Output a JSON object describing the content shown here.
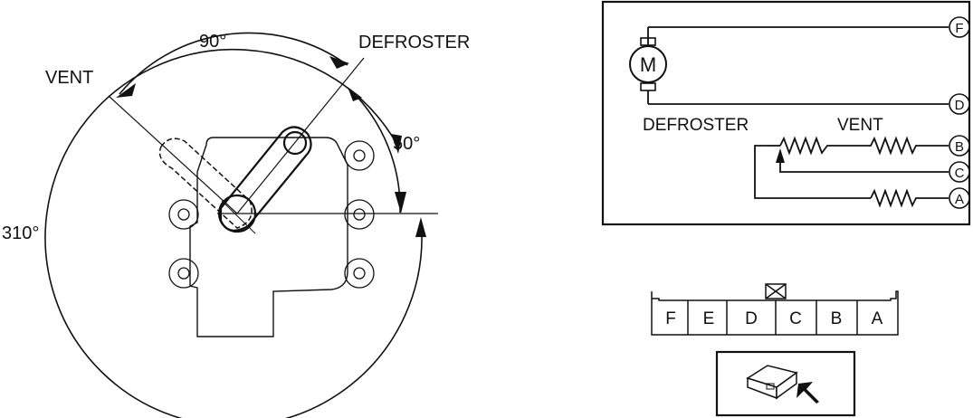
{
  "actuator": {
    "angle_total": "310°",
    "angle_between": "90°",
    "angle_offset": "50°",
    "vent_label": "VENT",
    "defroster_label": "DEFROSTER"
  },
  "schematic": {
    "motor_symbol": "M",
    "defroster_label": "DEFROSTER",
    "vent_label": "VENT",
    "terminals": [
      "F",
      "D",
      "B",
      "C",
      "A"
    ]
  },
  "connector": {
    "pins": [
      "F",
      "E",
      "D",
      "C",
      "B",
      "A"
    ],
    "icon": "connector-view-arrow-icon"
  },
  "colors": {
    "line": "#111111",
    "background": "#ffffff"
  }
}
